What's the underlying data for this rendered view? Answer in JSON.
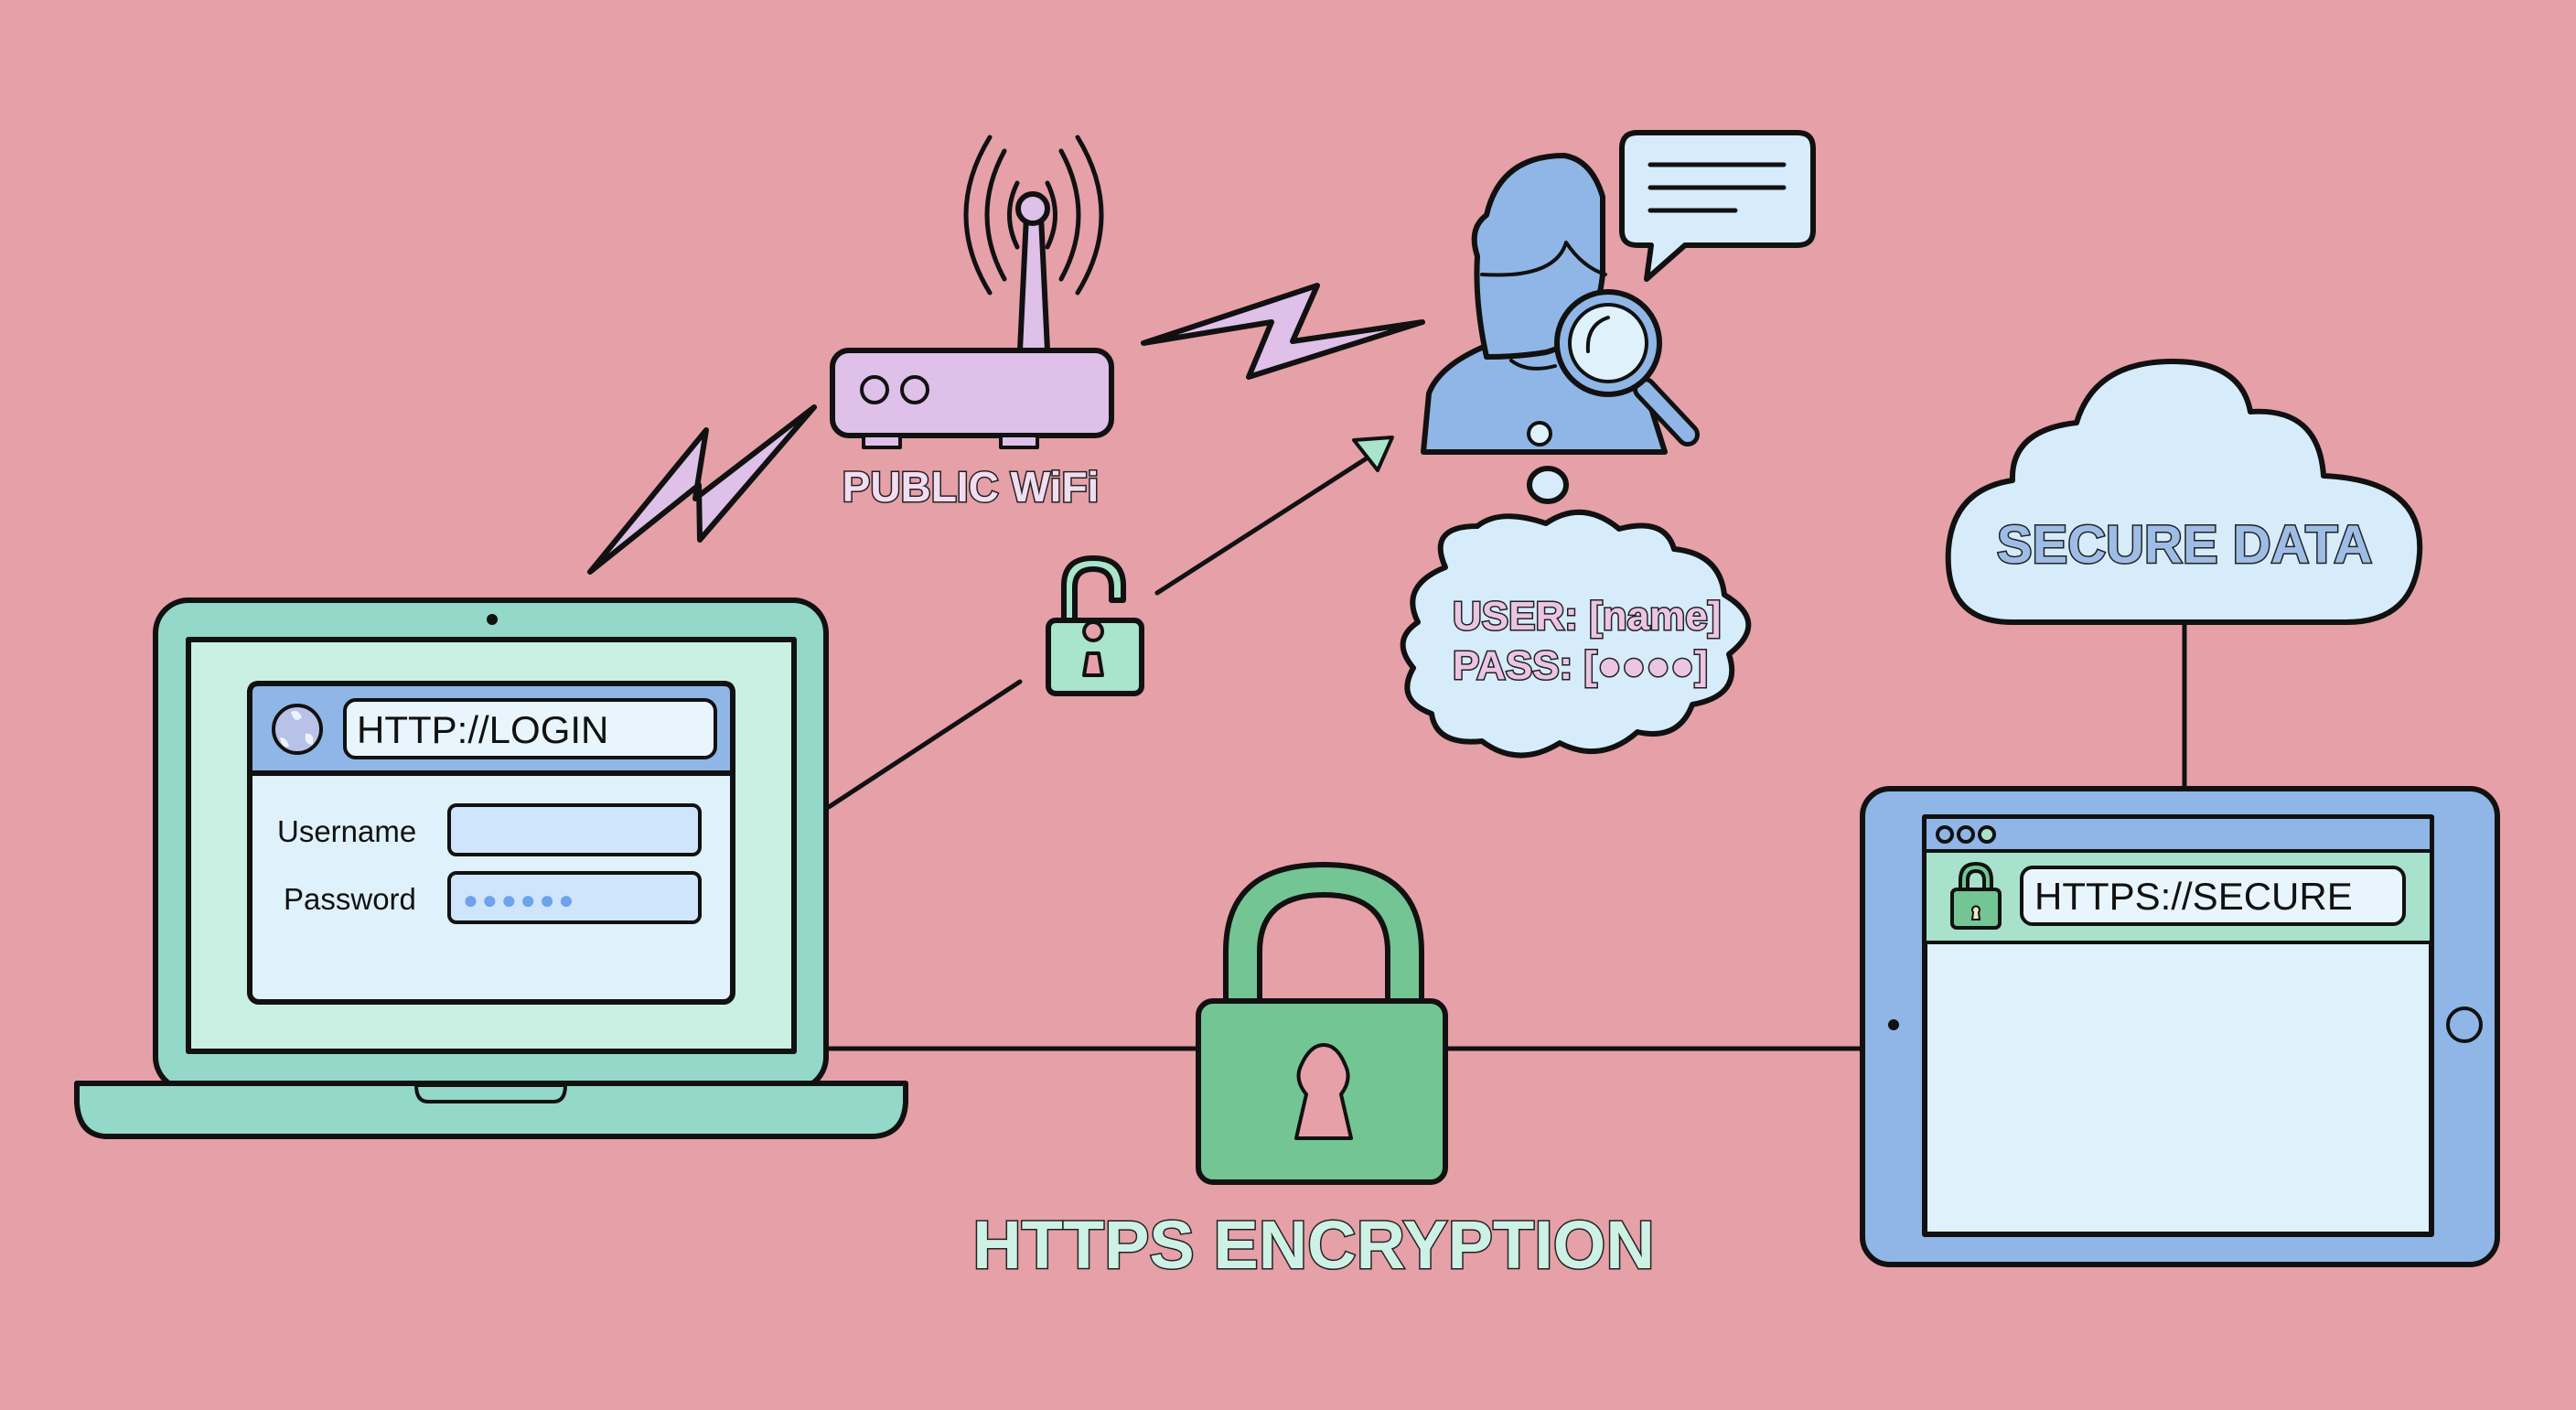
{
  "colors": {
    "background": "#e6a0a8",
    "laptop": "#93d8c8",
    "laptop_screen": "#c9f0e3",
    "browser_bar": "#8fb6e6",
    "browser_body": "#dff1fa",
    "router": "#dec0e8",
    "attacker": "#8fb6e6",
    "bubble": "#d6ecfb",
    "lock_green": "#74c594",
    "lock_mint": "#a9e4cc",
    "tablet": "#8fb6e6",
    "tablet_urlbar": "#a8e2cc"
  },
  "laptop": {
    "url": "HTTP://LOGIN",
    "username_label": "Username",
    "username_value": "",
    "password_label": "Password",
    "password_value": "●●●●●●",
    "globe_icon": "globe-icon"
  },
  "router": {
    "label": "PUBLIC WiFi",
    "icon": "wifi-router-icon"
  },
  "attacker": {
    "icon": "hacker-magnifier-icon",
    "speech_icon": "speech-bubble-icon",
    "thought_line1": "USER: [name]",
    "thought_line2": "PASS: [●●●●]"
  },
  "unlocked_channel": {
    "icon": "unlocked-padlock-icon"
  },
  "encryption": {
    "label": "HTTPS ENCRYPTION",
    "icon": "locked-padlock-icon"
  },
  "cloud": {
    "label": "SECURE DATA",
    "icon": "cloud-icon"
  },
  "tablet": {
    "url": "HTTPS://SECURE",
    "lock_icon": "padlock-icon",
    "window_dots": 3
  }
}
